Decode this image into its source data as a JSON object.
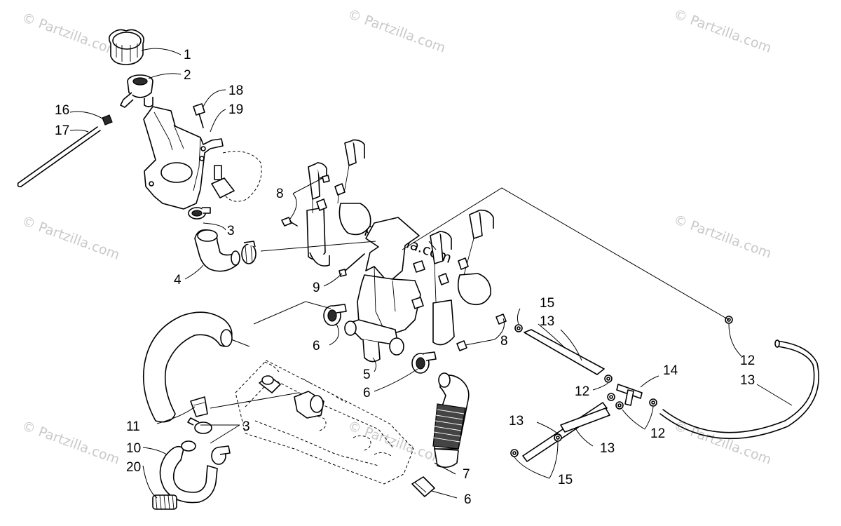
{
  "watermarks": {
    "text": "© Partzilla.com",
    "center_text": "© partzilla.com"
  },
  "callouts": [
    {
      "id": "c1",
      "label": "1"
    },
    {
      "id": "c2",
      "label": "2"
    },
    {
      "id": "c18",
      "label": "18"
    },
    {
      "id": "c19",
      "label": "19"
    },
    {
      "id": "c16",
      "label": "16"
    },
    {
      "id": "c17",
      "label": "17"
    },
    {
      "id": "c3a",
      "label": "3"
    },
    {
      "id": "c4",
      "label": "4"
    },
    {
      "id": "c8a",
      "label": "8"
    },
    {
      "id": "c9",
      "label": "9"
    },
    {
      "id": "c6a",
      "label": "6"
    },
    {
      "id": "c5",
      "label": "5"
    },
    {
      "id": "c6b",
      "label": "6"
    },
    {
      "id": "c8b",
      "label": "8"
    },
    {
      "id": "c11",
      "label": "11"
    },
    {
      "id": "c3b",
      "label": "3"
    },
    {
      "id": "c10",
      "label": "10"
    },
    {
      "id": "c20",
      "label": "20"
    },
    {
      "id": "c7",
      "label": "7"
    },
    {
      "id": "c6c",
      "label": "6"
    },
    {
      "id": "c15a",
      "label": "15"
    },
    {
      "id": "c13a",
      "label": "13"
    },
    {
      "id": "c14",
      "label": "14"
    },
    {
      "id": "c12a",
      "label": "12"
    },
    {
      "id": "c12b",
      "label": "12"
    },
    {
      "id": "c13b",
      "label": "13"
    },
    {
      "id": "c13c",
      "label": "13"
    },
    {
      "id": "c15b",
      "label": "15"
    },
    {
      "id": "c12c",
      "label": "12"
    },
    {
      "id": "c13d",
      "label": "13"
    }
  ]
}
